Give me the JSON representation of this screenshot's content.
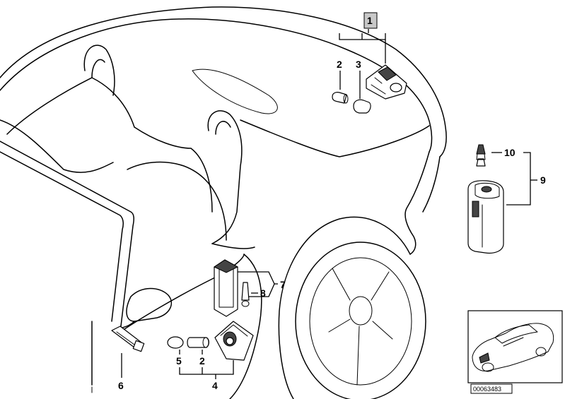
{
  "diagram": {
    "callouts": [
      {
        "id": "1",
        "text": "1",
        "highlighted": true
      },
      {
        "id": "2a",
        "text": "2"
      },
      {
        "id": "3",
        "text": "3"
      },
      {
        "id": "2b",
        "text": "2"
      },
      {
        "id": "4",
        "text": "4"
      },
      {
        "id": "5",
        "text": "5"
      },
      {
        "id": "6",
        "text": "6"
      },
      {
        "id": "7",
        "text": "7"
      },
      {
        "id": "8",
        "text": "8"
      },
      {
        "id": "9",
        "text": "9"
      },
      {
        "id": "10",
        "text": "10"
      }
    ],
    "reference_number": "00063483",
    "colors": {
      "line": "#000000",
      "background": "#ffffff",
      "highlight": "#c8c8c8"
    },
    "icons": [
      "car-rear-outline",
      "car-thumbnail"
    ]
  }
}
